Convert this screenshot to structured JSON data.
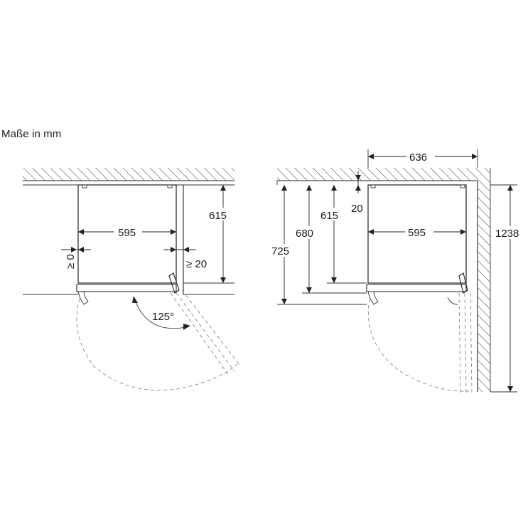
{
  "caption": "Maße in mm",
  "left_view": {
    "width_label": "595",
    "depth_label": "615",
    "left_gap_label": "≥ 0",
    "right_gap_label": "≥ 20",
    "angle_label": "125°"
  },
  "right_view": {
    "overall_width_label": "636",
    "width_label": "595",
    "top_gap_label": "20",
    "depth_label": "615",
    "depth_handle_label": "680",
    "depth_total_label": "725",
    "open_depth_label": "1238"
  }
}
